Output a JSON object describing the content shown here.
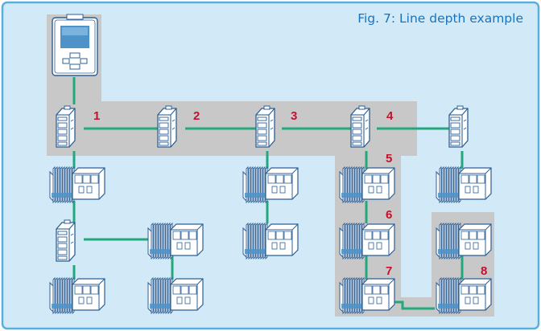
{
  "figure": {
    "caption": "Fig. 7: Line depth example"
  },
  "colors": {
    "panel_background": "#d2eaf7",
    "panel_border": "#5aaede",
    "highlight_zone": "#c8c8c8",
    "network_line": "#25a77e",
    "device_outline": "#2c5f94",
    "device_fill": "#ffffff",
    "depth_label": "#c8102e",
    "caption_text": "#1a73ba"
  },
  "diagram": {
    "controller": {
      "type": "hmi-panel",
      "icon": "hmi-controller-icon"
    },
    "switches": [
      {
        "id": "sw1",
        "icon": "network-switch-icon"
      },
      {
        "id": "sw2",
        "icon": "network-switch-icon"
      },
      {
        "id": "sw3",
        "icon": "network-switch-icon"
      },
      {
        "id": "sw4",
        "icon": "network-switch-icon"
      },
      {
        "id": "sw5",
        "icon": "network-switch-icon"
      },
      {
        "id": "sw6",
        "icon": "network-switch-icon"
      }
    ],
    "io_stations": [
      {
        "id": "io-a",
        "icon": "io-module-rack-icon"
      },
      {
        "id": "io-b",
        "icon": "io-module-rack-icon"
      },
      {
        "id": "io-c",
        "icon": "io-module-rack-icon"
      },
      {
        "id": "io-d",
        "icon": "io-module-rack-icon"
      },
      {
        "id": "io-e",
        "icon": "io-module-rack-icon"
      },
      {
        "id": "io-f",
        "icon": "io-module-rack-icon"
      },
      {
        "id": "io-g",
        "icon": "io-module-rack-icon"
      },
      {
        "id": "io-h",
        "icon": "io-module-rack-icon"
      },
      {
        "id": "io-i",
        "icon": "io-module-rack-icon"
      },
      {
        "id": "io-j",
        "icon": "io-module-rack-icon"
      },
      {
        "id": "io-k",
        "icon": "io-module-rack-icon"
      },
      {
        "id": "io-l",
        "icon": "io-module-rack-icon"
      },
      {
        "id": "io-m",
        "icon": "io-module-rack-icon"
      }
    ],
    "depth_labels": [
      "1",
      "2",
      "3",
      "4",
      "5",
      "6",
      "7",
      "8"
    ]
  }
}
